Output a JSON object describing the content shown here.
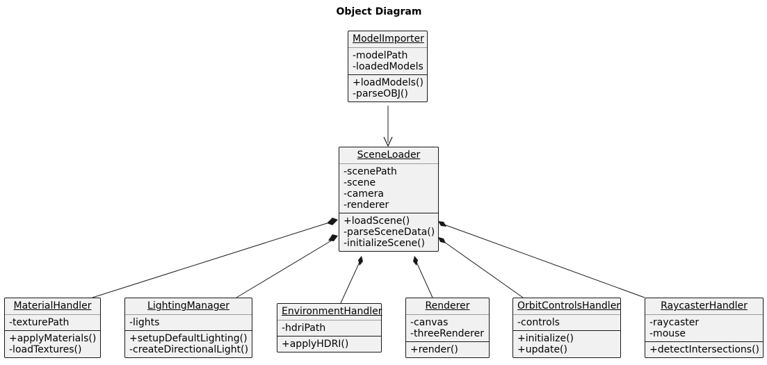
{
  "diagram": {
    "title": "Object Diagram"
  },
  "objects": {
    "model_importer": {
      "name": "ModelImporter",
      "attributes": [
        "-modelPath",
        "-loadedModels"
      ],
      "methods": [
        "+loadModels()",
        "-parseOBJ()"
      ]
    },
    "scene_loader": {
      "name": "SceneLoader",
      "attributes": [
        "-scenePath",
        "-scene",
        "-camera",
        "-renderer"
      ],
      "methods": [
        "+loadScene()",
        "-parseSceneData()",
        "-initializeScene()"
      ]
    },
    "material_handler": {
      "name": "MaterialHandler",
      "attributes": [
        "-texturePath"
      ],
      "methods": [
        "+applyMaterials()",
        "-loadTextures()"
      ]
    },
    "lighting_manager": {
      "name": "LightingManager",
      "attributes": [
        "-lights"
      ],
      "methods": [
        "+setupDefaultLighting()",
        "-createDirectionalLight()"
      ]
    },
    "environment_handler": {
      "name": "EnvironmentHandler",
      "attributes": [
        "-hdriPath"
      ],
      "methods": [
        "+applyHDRI()"
      ]
    },
    "renderer": {
      "name": "Renderer",
      "attributes": [
        "-canvas",
        "-threeRenderer"
      ],
      "methods": [
        "+render()"
      ]
    },
    "orbit_controls_handler": {
      "name": "OrbitControlsHandler",
      "attributes": [
        "-controls"
      ],
      "methods": [
        "+initialize()",
        "+update()"
      ]
    },
    "raycaster_handler": {
      "name": "RaycasterHandler",
      "attributes": [
        "-raycaster",
        "-mouse"
      ],
      "methods": [
        "+detectIntersections()"
      ]
    }
  },
  "relations": [
    {
      "from": "ModelImporter",
      "to": "SceneLoader",
      "type": "association-arrow"
    },
    {
      "from": "SceneLoader",
      "to": "MaterialHandler",
      "type": "composition"
    },
    {
      "from": "SceneLoader",
      "to": "LightingManager",
      "type": "composition"
    },
    {
      "from": "SceneLoader",
      "to": "EnvironmentHandler",
      "type": "composition"
    },
    {
      "from": "SceneLoader",
      "to": "Renderer",
      "type": "composition"
    },
    {
      "from": "SceneLoader",
      "to": "OrbitControlsHandler",
      "type": "composition"
    },
    {
      "from": "SceneLoader",
      "to": "RaycasterHandler",
      "type": "composition"
    }
  ],
  "colors": {
    "box_fill": "#f1f1f1",
    "box_border": "#181818",
    "line": "#181818"
  }
}
